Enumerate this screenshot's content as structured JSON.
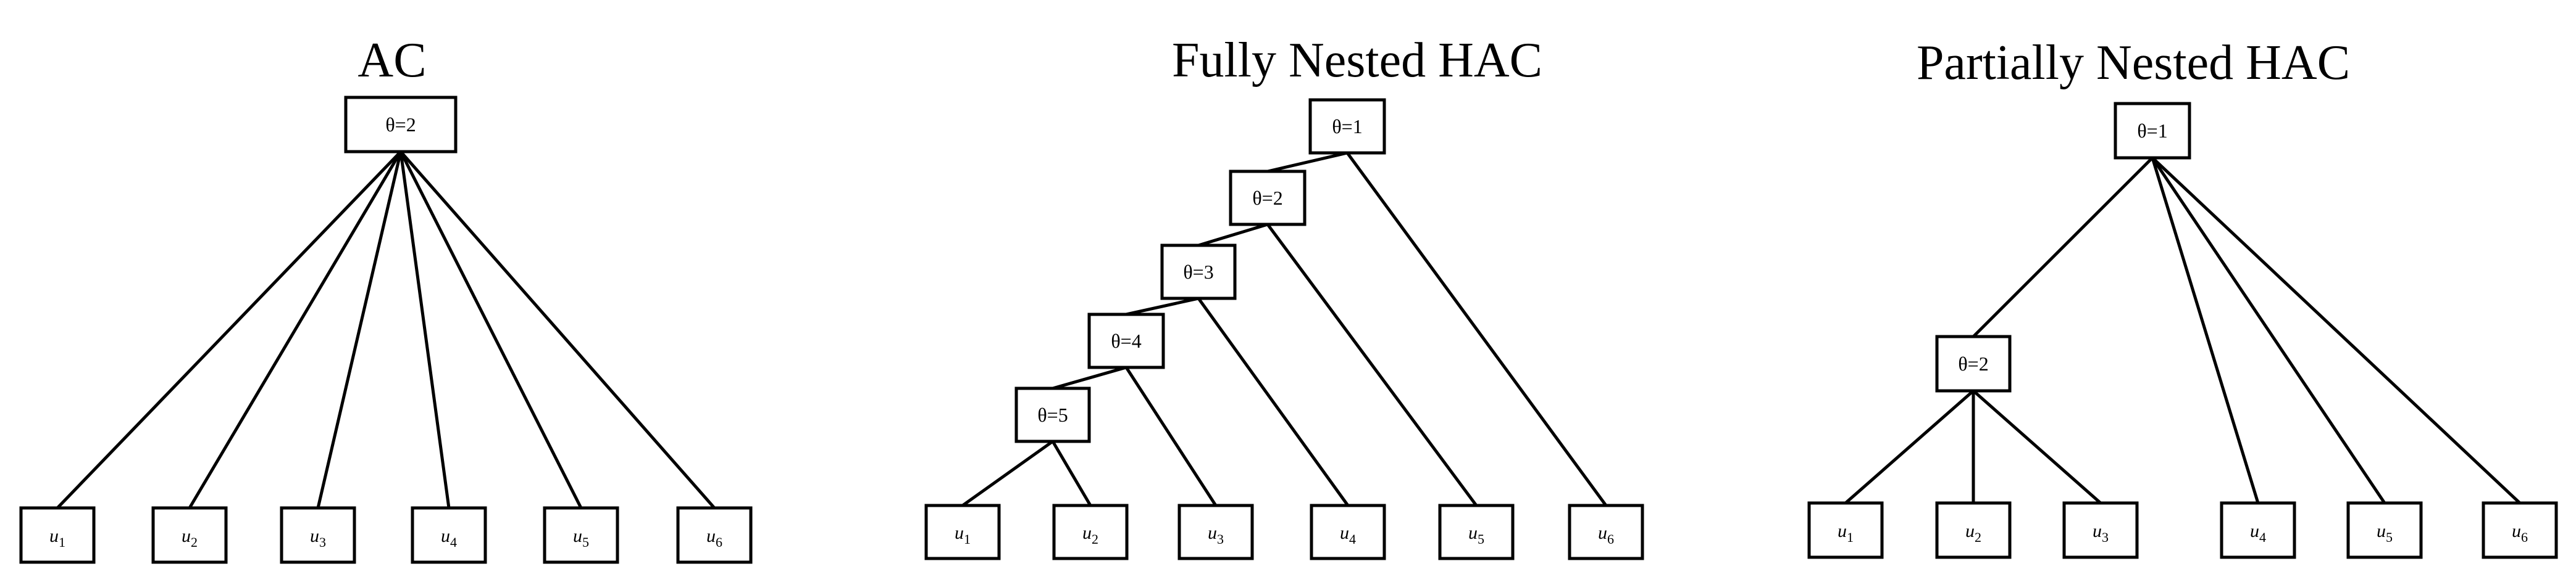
{
  "panels": [
    {
      "title": "AC",
      "nodes": [
        {
          "id": "r",
          "label": "θ=2"
        },
        {
          "id": "u1",
          "label": "u1"
        },
        {
          "id": "u2",
          "label": "u2"
        },
        {
          "id": "u3",
          "label": "u3"
        },
        {
          "id": "u4",
          "label": "u4"
        },
        {
          "id": "u5",
          "label": "u5"
        },
        {
          "id": "u6",
          "label": "u6"
        }
      ],
      "edges": [
        [
          "r",
          "u1"
        ],
        [
          "r",
          "u2"
        ],
        [
          "r",
          "u3"
        ],
        [
          "r",
          "u4"
        ],
        [
          "r",
          "u5"
        ],
        [
          "r",
          "u6"
        ]
      ]
    },
    {
      "title": "Fully Nested HAC",
      "nodes": [
        {
          "id": "n1",
          "label": "θ=1"
        },
        {
          "id": "n2",
          "label": "θ=2"
        },
        {
          "id": "n3",
          "label": "θ=3"
        },
        {
          "id": "n4",
          "label": "θ=4"
        },
        {
          "id": "n5",
          "label": "θ=5"
        },
        {
          "id": "u1",
          "label": "u1"
        },
        {
          "id": "u2",
          "label": "u2"
        },
        {
          "id": "u3",
          "label": "u3"
        },
        {
          "id": "u4",
          "label": "u4"
        },
        {
          "id": "u5",
          "label": "u5"
        },
        {
          "id": "u6",
          "label": "u6"
        }
      ],
      "edges": [
        [
          "n1",
          "n2"
        ],
        [
          "n1",
          "u6"
        ],
        [
          "n2",
          "n3"
        ],
        [
          "n2",
          "u5"
        ],
        [
          "n3",
          "n4"
        ],
        [
          "n3",
          "u4"
        ],
        [
          "n4",
          "n5"
        ],
        [
          "n4",
          "u3"
        ],
        [
          "n5",
          "u1"
        ],
        [
          "n5",
          "u2"
        ]
      ]
    },
    {
      "title": "Partially Nested HAC",
      "nodes": [
        {
          "id": "p1",
          "label": "θ=1"
        },
        {
          "id": "p2",
          "label": "θ=2"
        },
        {
          "id": "u1",
          "label": "u1"
        },
        {
          "id": "u2",
          "label": "u2"
        },
        {
          "id": "u3",
          "label": "u3"
        },
        {
          "id": "u4",
          "label": "u4"
        },
        {
          "id": "u5",
          "label": "u5"
        },
        {
          "id": "u6",
          "label": "u6"
        }
      ],
      "edges": [
        [
          "p1",
          "p2"
        ],
        [
          "p1",
          "u4"
        ],
        [
          "p1",
          "u5"
        ],
        [
          "p1",
          "u6"
        ],
        [
          "p2",
          "u1"
        ],
        [
          "p2",
          "u2"
        ],
        [
          "p2",
          "u3"
        ]
      ]
    }
  ]
}
